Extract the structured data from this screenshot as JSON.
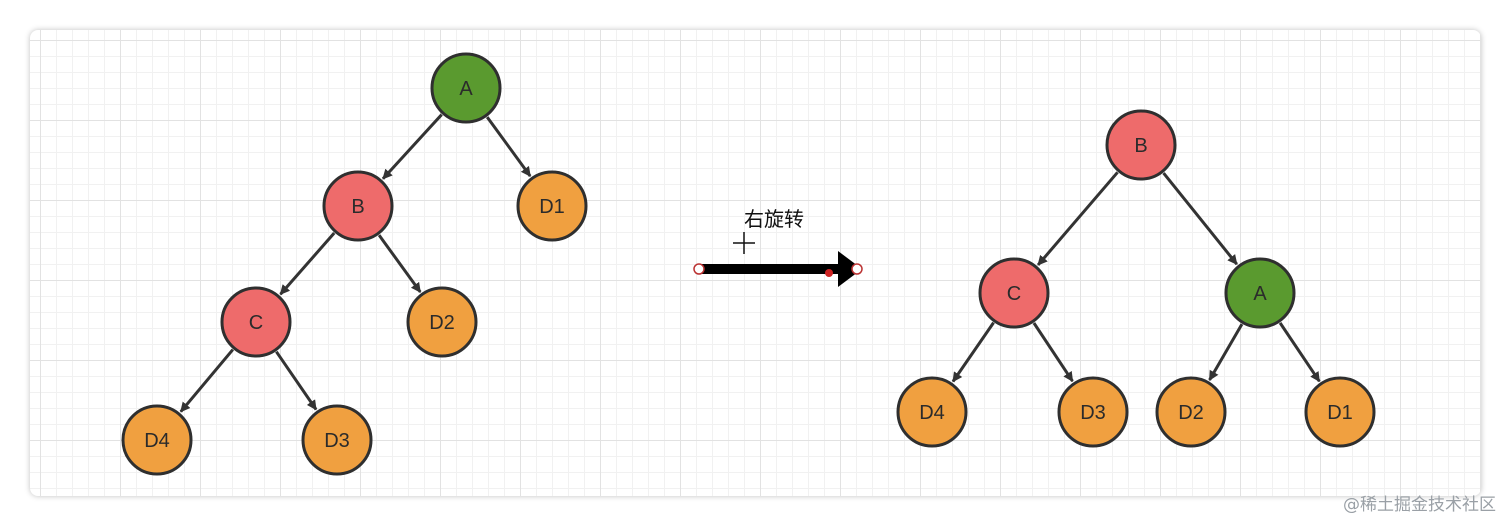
{
  "colors": {
    "green": "#5a9a2f",
    "red": "#ee6b6b",
    "orange": "#f0a040",
    "stroke": "#2f2f2f",
    "edge": "#333333"
  },
  "diagram": {
    "caption": "右旋转",
    "before": {
      "nodes": [
        {
          "id": "A",
          "label": "A",
          "color": "green"
        },
        {
          "id": "B",
          "label": "B",
          "color": "red"
        },
        {
          "id": "D1",
          "label": "D1",
          "color": "orange"
        },
        {
          "id": "C",
          "label": "C",
          "color": "red"
        },
        {
          "id": "D2",
          "label": "D2",
          "color": "orange"
        },
        {
          "id": "D4",
          "label": "D4",
          "color": "orange"
        },
        {
          "id": "D3",
          "label": "D3",
          "color": "orange"
        }
      ],
      "edges": [
        [
          "A",
          "B"
        ],
        [
          "A",
          "D1"
        ],
        [
          "B",
          "C"
        ],
        [
          "B",
          "D2"
        ],
        [
          "C",
          "D4"
        ],
        [
          "C",
          "D3"
        ]
      ]
    },
    "after": {
      "nodes": [
        {
          "id": "B",
          "label": "B",
          "color": "red"
        },
        {
          "id": "C",
          "label": "C",
          "color": "red"
        },
        {
          "id": "A",
          "label": "A",
          "color": "green"
        },
        {
          "id": "D4",
          "label": "D4",
          "color": "orange"
        },
        {
          "id": "D3",
          "label": "D3",
          "color": "orange"
        },
        {
          "id": "D2",
          "label": "D2",
          "color": "orange"
        },
        {
          "id": "D1",
          "label": "D1",
          "color": "orange"
        }
      ],
      "edges": [
        [
          "B",
          "C"
        ],
        [
          "B",
          "A"
        ],
        [
          "C",
          "D4"
        ],
        [
          "C",
          "D3"
        ],
        [
          "A",
          "D2"
        ],
        [
          "A",
          "D1"
        ]
      ]
    }
  },
  "watermark": "@稀土掘金技术社区"
}
